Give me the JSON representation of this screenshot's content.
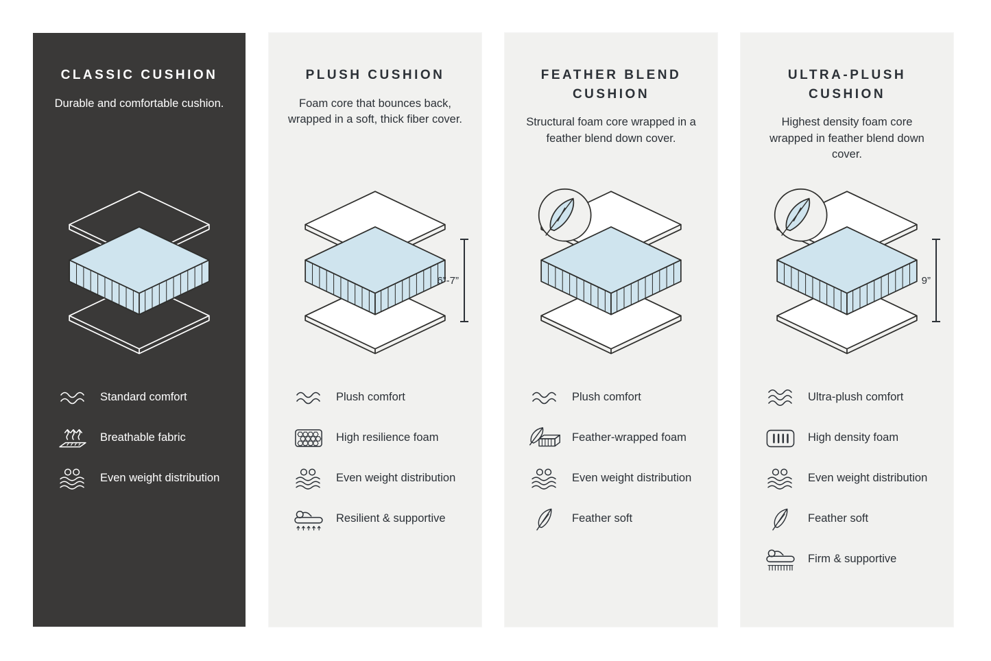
{
  "colors": {
    "page_background": "#ffffff",
    "dark_panel": "#3a3938",
    "light_panel": "#f1f1ef",
    "foam_blue": "#cfe4ee",
    "outline_dark": "#2e2e2c"
  },
  "panels": [
    {
      "title": "CLASSIC CUSHION",
      "description": "Durable and comfortable cushion.",
      "theme": "dark",
      "features": [
        {
          "icon": "wave-icon",
          "label": "Standard comfort"
        },
        {
          "icon": "breathable-icon",
          "label": "Breathable fabric"
        },
        {
          "icon": "even-weight-icon",
          "label": "Even weight distribution"
        }
      ]
    },
    {
      "title": "PLUSH CUSHION",
      "description": "Foam core that bounces back, wrapped in a soft, thick fiber cover.",
      "theme": "light",
      "dimension_label": "6”-7”",
      "features": [
        {
          "icon": "wave-icon",
          "label": "Plush comfort"
        },
        {
          "icon": "honeycomb-foam-icon",
          "label": "High resilience foam"
        },
        {
          "icon": "even-weight-icon",
          "label": "Even weight distribution"
        },
        {
          "icon": "resilient-icon",
          "label": "Resilient & supportive"
        }
      ]
    },
    {
      "title": "FEATHER BLEND CUSHION",
      "description": "Structural foam core wrapped in a feather blend down cover.",
      "theme": "light",
      "has_feather_badge": true,
      "features": [
        {
          "icon": "wave-icon",
          "label": "Plush comfort"
        },
        {
          "icon": "feather-wrapped-foam-icon",
          "label": "Feather-wrapped foam"
        },
        {
          "icon": "even-weight-icon",
          "label": "Even weight distribution"
        },
        {
          "icon": "feather-icon",
          "label": "Feather soft"
        }
      ]
    },
    {
      "title": "ULTRA-PLUSH CUSHION",
      "description": "Highest density foam core wrapped in feather blend down cover.",
      "theme": "light",
      "has_feather_badge": true,
      "dimension_label": "9”",
      "features": [
        {
          "icon": "wave-icon",
          "label": "Ultra-plush comfort"
        },
        {
          "icon": "high-density-foam-icon",
          "label": "High density foam"
        },
        {
          "icon": "even-weight-icon",
          "label": "Even weight distribution"
        },
        {
          "icon": "feather-icon",
          "label": "Feather soft"
        },
        {
          "icon": "firm-icon",
          "label": "Firm & supportive"
        }
      ]
    }
  ]
}
